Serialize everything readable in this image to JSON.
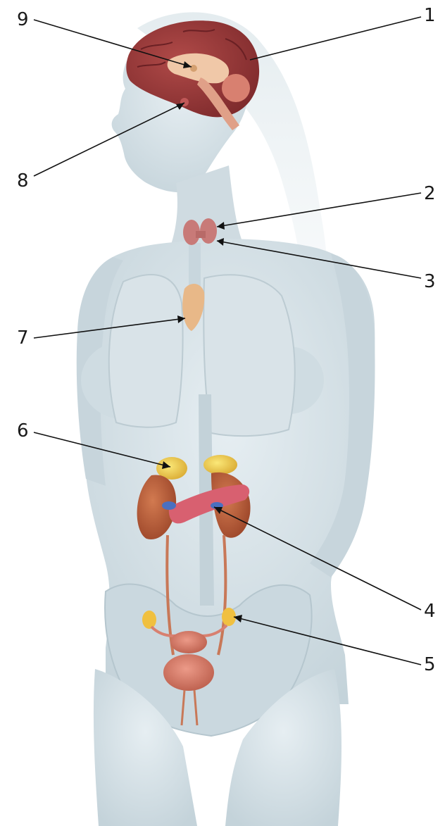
{
  "labels": [
    {
      "id": "1",
      "text": "1"
    },
    {
      "id": "2",
      "text": "2"
    },
    {
      "id": "3",
      "text": "3"
    },
    {
      "id": "4",
      "text": "4"
    },
    {
      "id": "5",
      "text": "5"
    },
    {
      "id": "6",
      "text": "6"
    },
    {
      "id": "7",
      "text": "7"
    },
    {
      "id": "8",
      "text": "8"
    },
    {
      "id": "9",
      "text": "9"
    }
  ],
  "colors": {
    "body": "#d6e1e6",
    "body_shade": "#b9c9d1",
    "brain": "#9b3b3b",
    "brain_light": "#e0a080",
    "thyroid": "#c87a78",
    "thymus": "#e8b888",
    "kidney": "#b85a38",
    "adrenal": "#f0d050",
    "pancreas": "#d86070",
    "ovary": "#f0c040",
    "uterus": "#d87868",
    "ureter": "#c87858"
  }
}
